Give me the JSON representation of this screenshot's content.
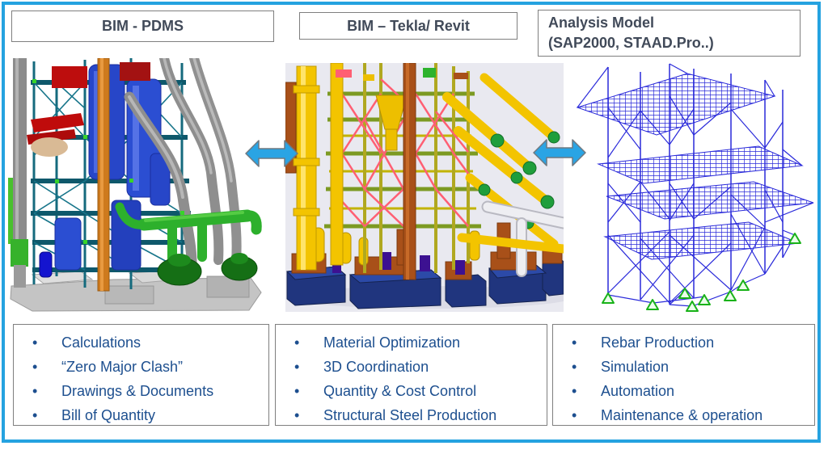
{
  "bullet": "•",
  "colors": {
    "slide_border": "#25a2e0",
    "arrow_fill": "#2aa4e4",
    "header_text": "#414a59",
    "bullet_text": "#1d4f8f",
    "box_border": "#7f7f7f"
  },
  "headers": [
    {
      "label": "BIM - PDMS"
    },
    {
      "label": "BIM – Tekla/ Revit"
    },
    {
      "line1": "Analysis Model",
      "line2": "(SAP2000, STAAD.Pro..)"
    }
  ],
  "panels": [
    {
      "items": [
        "Calculations",
        "“Zero Major Clash”",
        "Drawings & Documents",
        "Bill of Quantity"
      ]
    },
    {
      "items": [
        "Material Optimization",
        "3D Coordination",
        "Quantity & Cost Control",
        "Structural Steel Production"
      ]
    },
    {
      "items": [
        "Rebar Production",
        "Simulation",
        "Automation",
        "Maintenance & operation"
      ]
    }
  ]
}
